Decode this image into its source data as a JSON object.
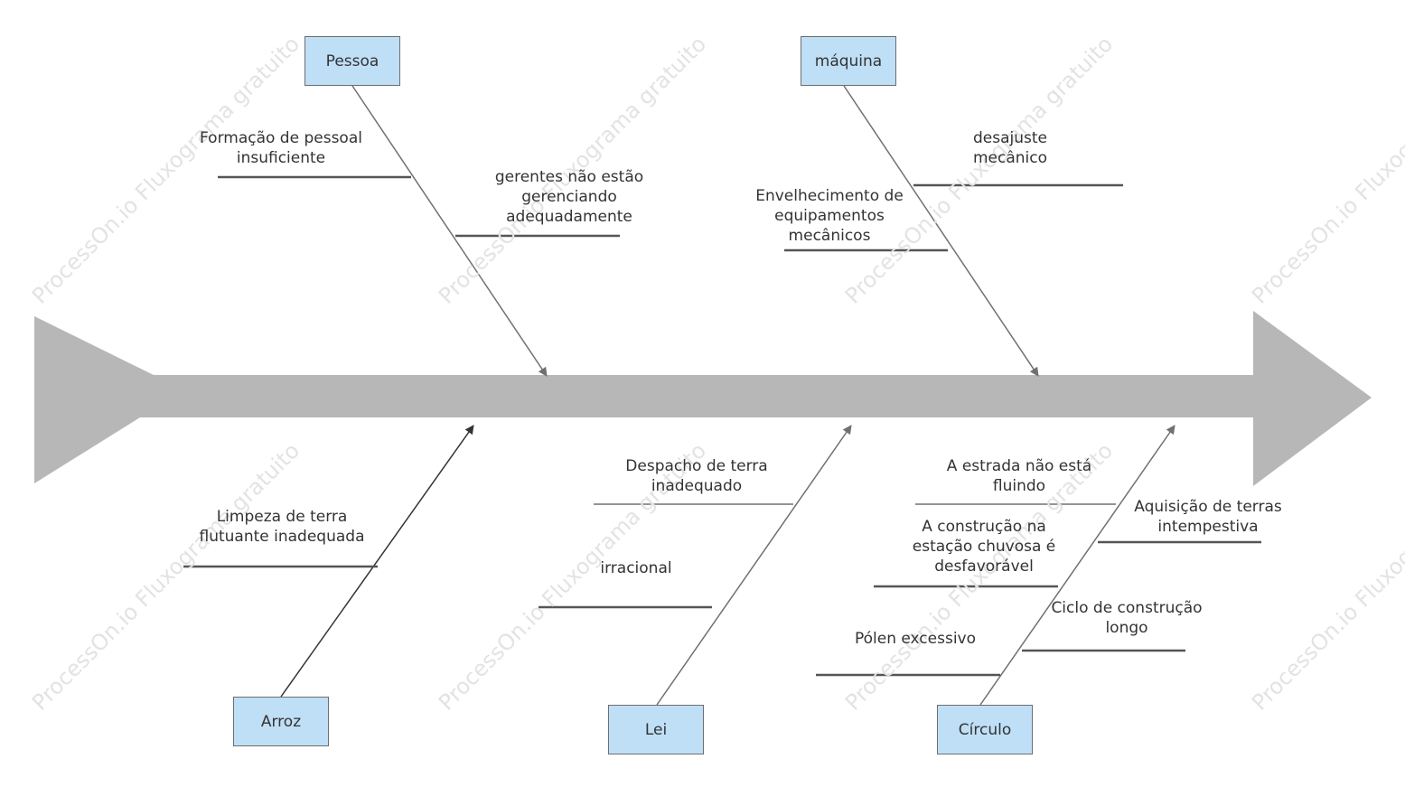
{
  "watermark": "ProcessOn.io Fluxograma gratuito",
  "colors": {
    "spine": "#b7b7b7",
    "box_fill": "#bfdff7",
    "branch_line": "#707070",
    "cause_line": "#555555"
  },
  "categories": {
    "pessoa": "Pessoa",
    "maquina": "máquina",
    "arroz": "Arroz",
    "lei": "Lei",
    "circulo": "Círculo"
  },
  "causes": {
    "formacao": "Formação de pessoal insuficiente",
    "gerentes": "gerentes não estão gerenciando adequadamente",
    "desajuste": "desajuste mecânico",
    "envelhecimento": "Envelhecimento de equipamentos mecânicos",
    "limpeza": "Limpeza de terra flutuante inadequada",
    "despacho": "Despacho de terra inadequado",
    "irracional": "irracional",
    "estrada": "A estrada não está fluindo",
    "aquisicao": "Aquisição de terras intempestiva",
    "construcao_chuvosa": "A construção na estação chuvosa é desfavorável",
    "ciclo": "Ciclo de construção longo",
    "polen": "Pólen excessivo"
  }
}
